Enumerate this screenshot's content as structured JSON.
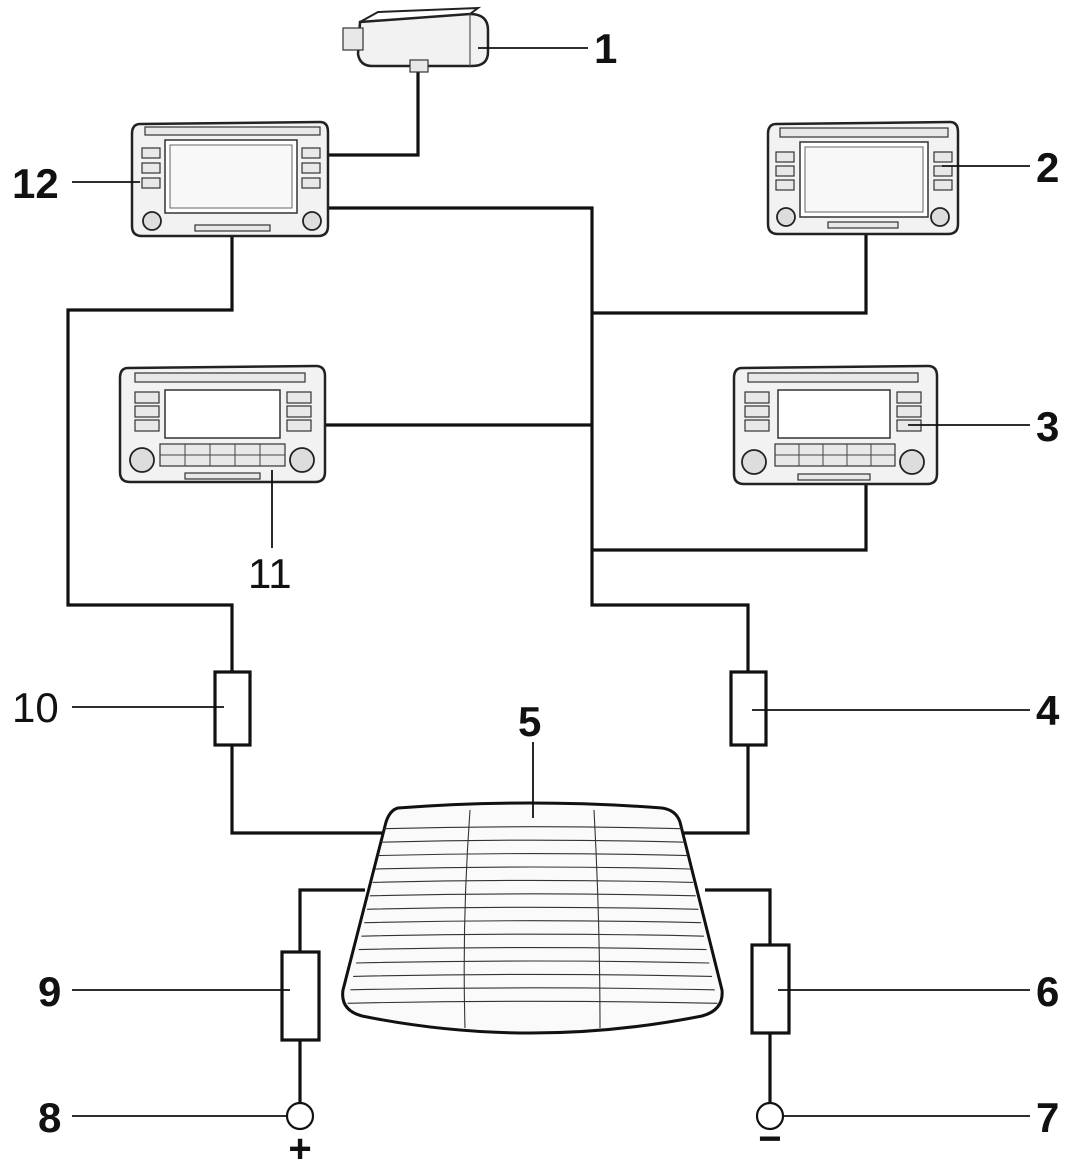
{
  "diagram": {
    "labels": {
      "l1": "1",
      "l2": "2",
      "l3": "3",
      "l4": "4",
      "l5": "5",
      "l6": "6",
      "l7": "7",
      "l8": "8",
      "l9": "9",
      "l10": "10",
      "l11": "11",
      "l12": "12"
    },
    "polarity": {
      "positive": "+",
      "negative": "−"
    },
    "components": {
      "antenna_amplifier": "antenna-amplifier",
      "navigation_unit_left": "navigation-radio",
      "navigation_unit_right": "navigation-radio",
      "radio_left": "cd-radio",
      "radio_right": "cd-radio",
      "rear_window": "heated-rear-window-antenna",
      "filters": [
        "filter-10",
        "filter-4",
        "filter-9",
        "filter-6"
      ],
      "terminals": [
        "terminal-positive",
        "terminal-negative"
      ]
    },
    "colors": {
      "line": "#111111",
      "background": "#ffffff"
    }
  }
}
